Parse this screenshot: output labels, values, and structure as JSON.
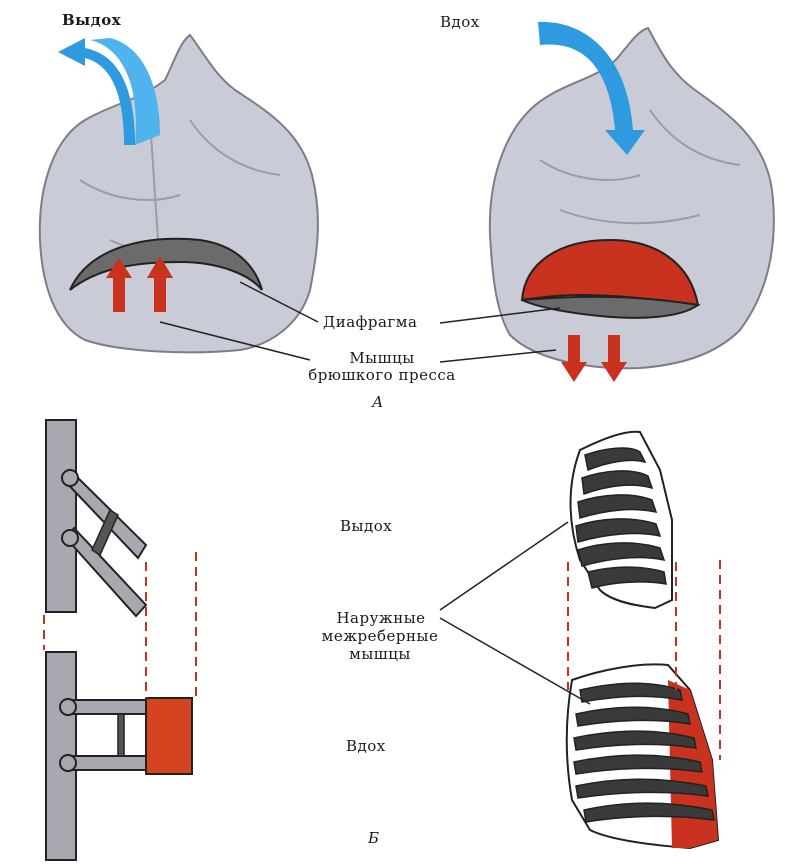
{
  "top": {
    "exhale_label": "Выдох",
    "inhale_label": "Вдох",
    "diaphragm_label": "Диафрагма",
    "abdominal_label_line1": "Мышцы",
    "abdominal_label_line2": "брюшкого пресса",
    "panel_letter": "А"
  },
  "bottom": {
    "exhale_label": "Выдох",
    "muscles_label_line1": "Наружные",
    "muscles_label_line2": "межреберные",
    "muscles_label_line3": "мышцы",
    "inhale_label": "Вдох",
    "panel_letter": "Б"
  },
  "colors": {
    "air_arrow": "#2e9be0",
    "muscle_red": "#c8321e",
    "diaphragm_gray": "#6b6b6b",
    "torso": "#c9ccd6"
  }
}
